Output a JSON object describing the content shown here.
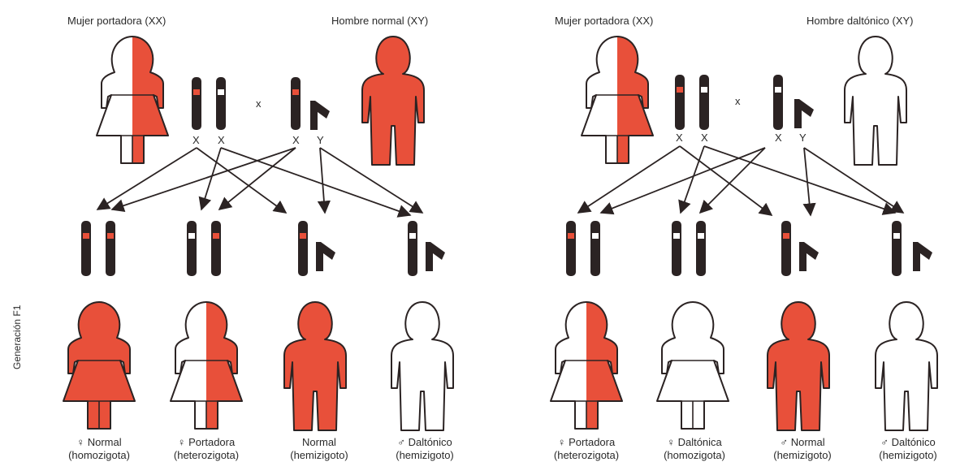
{
  "panels": [
    {
      "mother_label": "Mujer portadora (XX)",
      "father_label": "Hombre normal (XY)",
      "cross_symbol": "x",
      "parent_chrom_letters": [
        "X",
        "X",
        "X",
        "Y"
      ],
      "offspring": [
        {
          "line1": "♀ Normal",
          "line2": "(homozigota)"
        },
        {
          "line1": "♀ Portadora",
          "line2": "(heterozigota)"
        },
        {
          "line1": "Normal",
          "line2": "(hemizigoto)"
        },
        {
          "line1": "♂ Daltónico",
          "line2": "(hemizigoto)"
        }
      ]
    },
    {
      "mother_label": "Mujer portadora (XX)",
      "father_label": "Hombre daltónico (XY)",
      "cross_symbol": "x",
      "parent_chrom_letters": [
        "X",
        "X",
        "X",
        "Y"
      ],
      "offspring": [
        {
          "line1": "♀ Portadora",
          "line2": "(heterozigota)"
        },
        {
          "line1": "♀ Daltónica",
          "line2": "(homozigota)"
        },
        {
          "line1": "♂ Normal",
          "line2": "(hemizigoto)"
        },
        {
          "line1": "♂ Daltónico",
          "line2": "(hemizigoto)"
        }
      ]
    }
  ],
  "generation_label": "Generación F1",
  "colors": {
    "normal_allele": "#e8503a",
    "color_blind_allele": "#ffffff",
    "chromosome": "#2b2323",
    "outline": "#2b2323"
  }
}
